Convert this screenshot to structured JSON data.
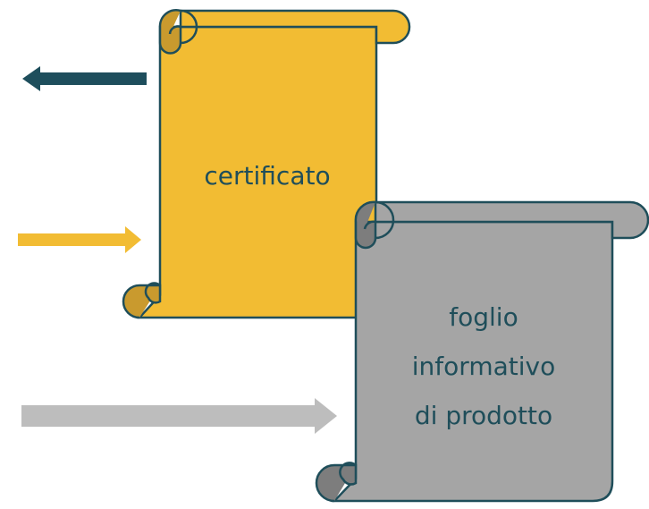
{
  "scrolls": {
    "certificate": {
      "label": "certificato",
      "fill": "#f2bc33",
      "curl_fill": "#c99a2e"
    },
    "product_sheet": {
      "line1": "foglio",
      "line2": "informativo",
      "line3": "di prodotto",
      "fill": "#a5a5a5",
      "curl_fill": "#7d7d7d"
    }
  },
  "arrows": [
    {
      "name": "outgoing-arrow",
      "direction": "left",
      "color": "#1e4e5c"
    },
    {
      "name": "incoming-arrow-yellow",
      "direction": "right",
      "color": "#f2bc33"
    },
    {
      "name": "incoming-arrow-gray",
      "direction": "right",
      "color": "#bdbdbd"
    }
  ],
  "colors": {
    "outline": "#1f4e5a",
    "background": "#ffffff"
  }
}
